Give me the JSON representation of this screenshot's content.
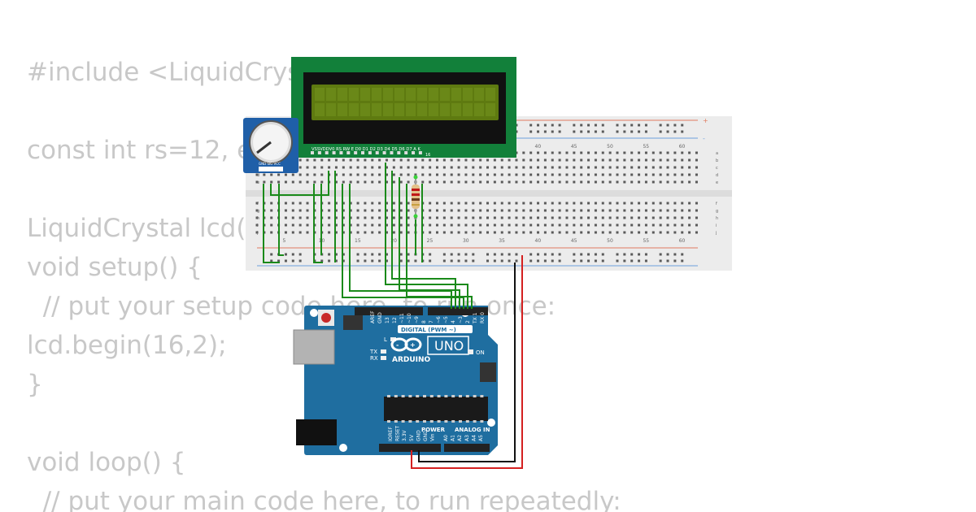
{
  "code": {
    "lines": [
      "#include <LiquidCrystal.h>",
      "",
      "const int rs=12, en=11, d4=5, d5=4, d6=3, d7=2;",
      "",
      "LiquidCrystal lcd(rs, en, d4, d5, d6, d7);",
      "void setup() {",
      "  // put your setup code here, to run once:",
      "lcd.begin(16,2);",
      "}",
      "",
      "void loop() {",
      "  // put your main code here, to run repeatedly:"
    ]
  },
  "lcd": {
    "pin_labels": "VSSVDDV0 RS RW E  D0 D1 D2 D3 D4 D5 D6 D7  A   K",
    "pin_number": "16",
    "screen_color": "#5e7a10",
    "board_color": "#12803a"
  },
  "potentiometer": {
    "pin_labels": "GND SIG VCC"
  },
  "breadboard": {
    "column_numbers": [
      "5",
      "10",
      "15",
      "20",
      "25",
      "30",
      "35",
      "40",
      "45",
      "50",
      "55",
      "60"
    ],
    "row_letters_top": [
      "a",
      "b",
      "c",
      "d",
      "e"
    ],
    "row_letters_bottom": [
      "f",
      "g",
      "h",
      "i",
      "j"
    ],
    "rail_plus": "+",
    "rail_minus": "-"
  },
  "arduino": {
    "brand": "ARDUINO",
    "model": "UNO",
    "digital_header_label": "DIGITAL (PWM ~)",
    "top_pin_labels": [
      "AREF",
      "GND",
      "13",
      "12",
      "~11",
      "~10",
      "~9",
      "8",
      "7",
      "~6",
      "~5",
      "4",
      "~3",
      "2",
      "TX 1",
      "RX 0"
    ],
    "power_header_label": "POWER",
    "analog_header_label": "ANALOG IN",
    "bottom_pin_labels": [
      "IOREF",
      "RESET",
      "3.3V",
      "5V",
      "GND",
      "GND",
      "Vin",
      "A0",
      "A1",
      "A2",
      "A3",
      "A4",
      "A5"
    ],
    "led_labels": [
      "L",
      "TX",
      "RX"
    ],
    "on_label": "ON",
    "board_color": "#1f6ea0"
  },
  "colors": {
    "wire_signal": "#1a8a1a",
    "wire_power": "#d42020",
    "wire_ground": "#111111",
    "code_text": "#c8c8c8"
  }
}
